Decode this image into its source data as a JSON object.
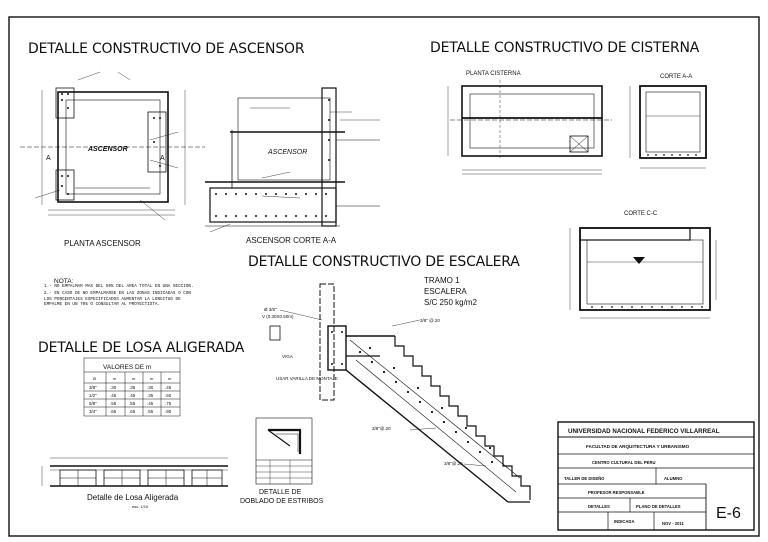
{
  "titles": {
    "ascensor": "DETALLE CONSTRUCTIVO DE ASCENSOR",
    "cisterna": "DETALLE CONSTRUCTIVO DE CISTERNA",
    "escalera": "DETALLE CONSTRUCTIVO DE ESCALERA",
    "losa": "DETALLE DE LOSA ALIGERADA"
  },
  "ascensor": {
    "plan_label": "ASCENSOR",
    "plan_caption": "PLANTA ASCENSOR",
    "section_label": "ASCENSOR",
    "section_caption": "ASCENSOR CORTE A-A",
    "cut_mark": "A"
  },
  "cisterna": {
    "plan_caption": "PLANTA CISTERNA",
    "corte_aa": "CORTE A-A",
    "corte_cc": "CORTE C-C"
  },
  "escalera": {
    "tramo": "TRAMO 1",
    "name": "ESCALERA",
    "load": "S/C 250 kg/m2",
    "rebar_top": "3/8\" @.20",
    "rebar_mid": "3/8\"@.20",
    "rebar_low": "3/8\"@.20",
    "viga_a": "Ø 3/8\"",
    "viga_b": "V (0.30X0.50m)",
    "viga_c": "VIGA",
    "viga_d": "USAR VARILLA DE MONTAJE"
  },
  "nota": {
    "heading": "NOTA:",
    "items": [
      "1.- NO EMPALMAR MAS DEL 50% DEL AREA TOTAL EN UNA SECCION.",
      "2.- EN CASO DE NO EMPALMARSE EN LAS ZONAS INDICADAS O CON LOS PORCENTAJES ESPECIFICADOS AUMENTAR LA LONGITUD DE EMPALME EN UN 70% O CONSULTAR AL PROYECTISTA."
    ]
  },
  "valores": {
    "title": "VALORES DE m",
    "header": [
      "Ø",
      "m",
      "m",
      "m",
      "m"
    ],
    "rows": [
      [
        "3/8\"",
        ".30",
        ".35",
        ".30",
        ".45"
      ],
      [
        "1/2\"",
        ".45",
        ".45",
        ".35",
        ".60"
      ],
      [
        "5/8\"",
        ".55",
        ".55",
        ".45",
        ".75"
      ],
      [
        "3/4\"",
        ".65",
        ".65",
        ".55",
        ".90"
      ]
    ]
  },
  "losa": {
    "caption": "Detalle de Losa Aligerada",
    "scale": "esc. 1/10"
  },
  "estribos": {
    "caption_1": "DETALLE DE",
    "caption_2": "DOBLADO DE ESTRIBOS"
  },
  "title_block": {
    "university": "UNIVERSIDAD NACIONAL FEDERICO VILLARREAL",
    "faculty": "FACULTAD DE ARQUITECTURA Y URBANISMO",
    "project": "CENTRO CULTURAL DEL PERU",
    "course": "TALLER DE DISEÑO",
    "student": "ALUMNO",
    "teacher": "PROFESOR RESPONSABLE",
    "drawing": "DETALLES",
    "lamina": "PLANO DE DETALLES",
    "scale": "INDICADA",
    "date": "NOV - 2011",
    "sheet": "E-6"
  }
}
